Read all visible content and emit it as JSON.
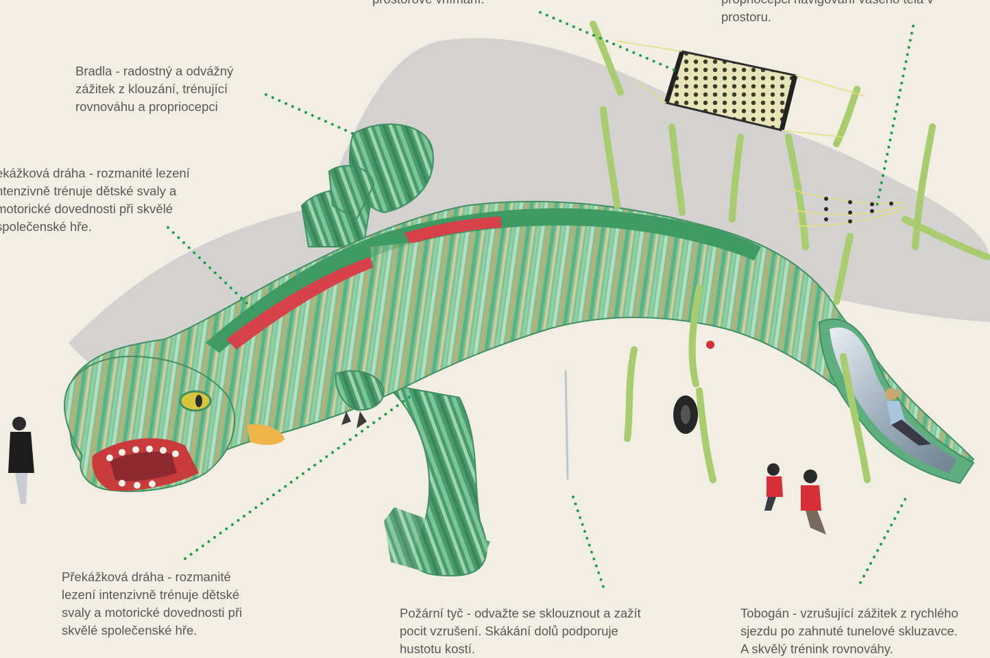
{
  "callouts": {
    "spatial_top": "prostorové vnímání.",
    "net_top": "propriocepci navigování vašeho těla v\nprostoru.",
    "bars": "Bradla - radostný a odvážný\nzážitek z klouzání, trénující\nrovnováhu a propriocepci",
    "obstacle_left": "ekážková dráha - rozmanité lezení\nntenzivně trénuje dětské svaly a\nmotorické dovednosti při skvělé\nspolečenské hře.",
    "obstacle_bottom": "Překážková dráha - rozmanité\nlezení intenzivně trénuje dětské\nsvaly a motorické dovednosti při\nskvělé společenské hře.",
    "fire_pole": "Požární tyč - odvažte se sklouznout a zažít\npocit vzrušení. Skákání dolů podporuje\nhustotu kostí.",
    "slide": "Tobogán - vzrušující zážitek z rychlého\nsjezdu po zahnuté tunelové skluzavce.\nA skvělý trénink rovnováhy."
  },
  "colors": {
    "background": "#f2eee3",
    "leader_dots": "#1f9e4a",
    "wood_green": "#79c596",
    "wood_dark_green": "#3f8f62",
    "wood_tan": "#c9a872",
    "accent_red": "#d6414a",
    "pole_green": "#a9cc6e",
    "slide_steel": "#a7b4bf",
    "text": "#585858"
  }
}
